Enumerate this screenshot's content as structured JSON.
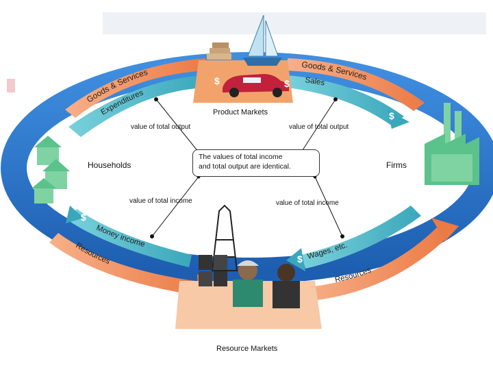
{
  "diagram": {
    "top_market": "Product Markets",
    "bottom_market": "Resource Markets",
    "left_sector": "Households",
    "right_sector": "Firms",
    "center_text_line1": "The values of total income",
    "center_text_line2": "and total output are identical.",
    "labels": {
      "top_left_value": "value of total output",
      "top_right_value": "value of total output",
      "bottom_left_value": "value of total income",
      "bottom_right_value": "value of total income"
    },
    "flows": {
      "goods_services_left": "Goods & Services",
      "expenditures": "Expenditures",
      "goods_services_right": "Goods & Services",
      "sales": "Sales",
      "money_income": "Money income",
      "resources_left": "Resources",
      "wages": "Wages, etc.",
      "resources_right": "Resources",
      "dollar": "$"
    },
    "colors": {
      "outer_arrow": "#2a6fc4",
      "teal_arrow": "#4fb8c8",
      "orange_arrow": "#ef8a55",
      "product_market_bg": "#f2a36c",
      "resource_market_bg": "#f7c9a6"
    }
  }
}
